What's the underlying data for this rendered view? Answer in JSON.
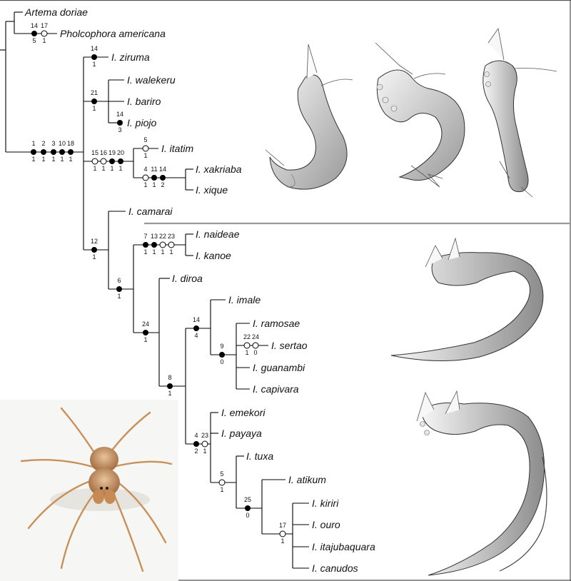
{
  "figure": {
    "taxa": [
      "Artema doriae",
      "Pholcophora americana",
      "I. ziruma",
      "I. walekeru",
      "I. bariro",
      "I. piojo",
      "I. itatim",
      "I. xakriaba",
      "I. xique",
      "I. camarai",
      "I. naideae",
      "I. kanoe",
      "I. diroa",
      "I. imale",
      "I. ramosae",
      "I. sertao",
      "I. guanambi",
      "I. capivara",
      "I. emekori",
      "I. payaya",
      "I. tuxa",
      "I. atikum",
      "I. kiriri",
      "I. ouro",
      "I. itajubaquara",
      "I. canudos"
    ],
    "character_changes": [
      {
        "branch": "Pholcophora americana",
        "changes": [
          {
            "char": "14",
            "state": "5",
            "type": "filled"
          },
          {
            "char": "17",
            "state": "1",
            "type": "open"
          }
        ]
      },
      {
        "branch": "I. ziruma",
        "changes": [
          {
            "char": "14",
            "state": "1",
            "type": "filled"
          }
        ]
      },
      {
        "branch": "Ibotyporanga",
        "changes": [
          {
            "char": "1",
            "state": "1",
            "type": "filled"
          },
          {
            "char": "2",
            "state": "1",
            "type": "filled"
          },
          {
            "char": "3",
            "state": "1",
            "type": "filled"
          },
          {
            "char": "10",
            "state": "1",
            "type": "filled"
          },
          {
            "char": "18",
            "state": "1",
            "type": "filled"
          }
        ]
      },
      {
        "branch": "walekeru + bariro + piojo",
        "changes": [
          {
            "char": "21",
            "state": "1",
            "type": "filled"
          }
        ]
      },
      {
        "branch": "I. piojo",
        "changes": [
          {
            "char": "14",
            "state": "3",
            "type": "filled"
          }
        ]
      },
      {
        "branch": "itatim + xakriaba + xique",
        "changes": [
          {
            "char": "15",
            "state": "1",
            "type": "open"
          },
          {
            "char": "16",
            "state": "1",
            "type": "open"
          },
          {
            "char": "19",
            "state": "1",
            "type": "filled"
          },
          {
            "char": "20",
            "state": "1",
            "type": "filled"
          }
        ]
      },
      {
        "branch": "I. itatim",
        "changes": [
          {
            "char": "5",
            "state": "1",
            "type": "open"
          }
        ]
      },
      {
        "branch": "xakriaba + xique",
        "changes": [
          {
            "char": "4",
            "state": "1",
            "type": "open"
          },
          {
            "char": "11",
            "state": "1",
            "type": "filled"
          },
          {
            "char": "14",
            "state": "2",
            "type": "filled"
          }
        ]
      },
      {
        "branch": "camarai clade",
        "changes": [
          {
            "char": "12",
            "state": "1",
            "type": "filled"
          }
        ]
      },
      {
        "branch": "naideae + kanoe",
        "changes": [
          {
            "char": "7",
            "state": "1",
            "type": "filled"
          },
          {
            "char": "13",
            "state": "1",
            "type": "filled"
          },
          {
            "char": "22",
            "state": "1",
            "type": "open"
          },
          {
            "char": "23",
            "state": "1",
            "type": "open"
          }
        ]
      },
      {
        "branch": "node 6",
        "changes": [
          {
            "char": "6",
            "state": "1",
            "type": "filled"
          }
        ]
      },
      {
        "branch": "node 24",
        "changes": [
          {
            "char": "24",
            "state": "1",
            "type": "filled"
          }
        ]
      },
      {
        "branch": "imale clade",
        "changes": [
          {
            "char": "14",
            "state": "4",
            "type": "filled"
          }
        ]
      },
      {
        "branch": "I. sertao",
        "changes": [
          {
            "char": "22",
            "state": "1",
            "type": "open"
          },
          {
            "char": "24",
            "state": "0",
            "type": "open"
          }
        ]
      },
      {
        "branch": "ramosae clade",
        "changes": [
          {
            "char": "9",
            "state": "0",
            "type": "filled"
          }
        ]
      },
      {
        "branch": "node 8",
        "changes": [
          {
            "char": "8",
            "state": "1",
            "type": "filled"
          }
        ]
      },
      {
        "branch": "emekori clade",
        "changes": [
          {
            "char": "4",
            "state": "2",
            "type": "filled"
          },
          {
            "char": "23",
            "state": "1",
            "type": "open"
          }
        ]
      },
      {
        "branch": "tuxa clade",
        "changes": [
          {
            "char": "5",
            "state": "1",
            "type": "open"
          }
        ]
      },
      {
        "branch": "atikum clade",
        "changes": [
          {
            "char": "25",
            "state": "0",
            "type": "filled"
          }
        ]
      },
      {
        "branch": "kiriri clade",
        "changes": [
          {
            "char": "17",
            "state": "1",
            "type": "open"
          }
        ]
      }
    ],
    "illustrations": [
      "bulbal apophysis drawings (three views)",
      "elongated procursus drawings (two views)",
      "habitus photograph of a pale pholcid spider"
    ]
  }
}
